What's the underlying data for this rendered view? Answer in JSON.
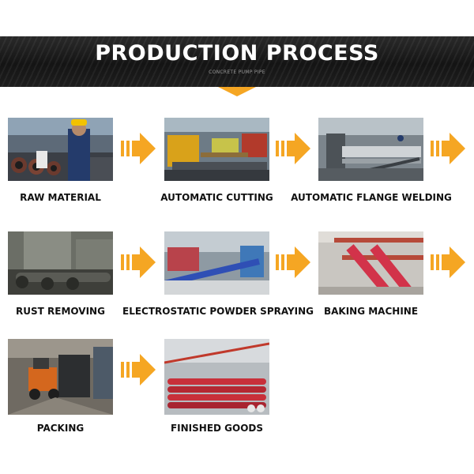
{
  "header": {
    "title": "PRODUCTION PROCESS",
    "subtitle": "CONCRETE PUMP PIPE"
  },
  "steps": [
    {
      "label": "RAW MATERIAL",
      "photo": "raw-material-photo"
    },
    {
      "label": "AUTOMATIC CUTTING",
      "photo": "automatic-cutting-photo"
    },
    {
      "label": "AUTOMATIC FLANGE WELDING",
      "photo": "flange-welding-photo"
    },
    {
      "label": "RUST REMOVING",
      "photo": "rust-removing-photo"
    },
    {
      "label": "ELECTROSTATIC POWDER SPRAYING",
      "photo": "powder-spraying-photo"
    },
    {
      "label": "BAKING MACHINE",
      "photo": "baking-machine-photo"
    },
    {
      "label": "PACKING",
      "photo": "packing-photo"
    },
    {
      "label": "FINISHED GOODS",
      "photo": "finished-goods-photo"
    }
  ],
  "colors": {
    "arrow": "#f5a623",
    "banner": "#1a1a1a",
    "pipe_red": "#c8303a"
  }
}
